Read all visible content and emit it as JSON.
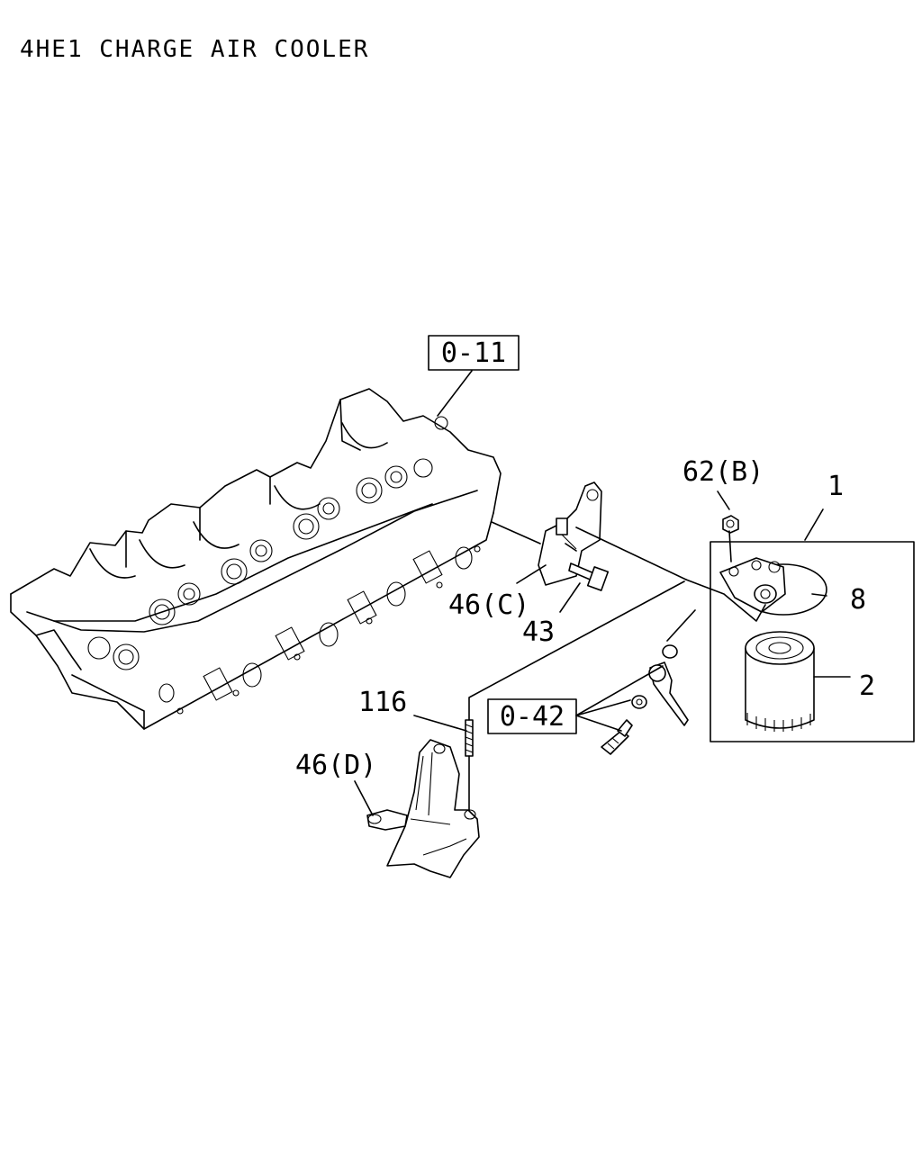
{
  "title": "4HE1 CHARGE AIR COOLER",
  "callouts": {
    "ref_o11": "0-11",
    "ref_o42": "0-42",
    "p62b": "62(B)",
    "p1": "1",
    "p8": "8",
    "p2": "2",
    "p46c": "46(C)",
    "p43": "43",
    "p116": "116",
    "p46d": "46(D)"
  },
  "colors": {
    "ink": "#000000",
    "paper": "#ffffff"
  }
}
